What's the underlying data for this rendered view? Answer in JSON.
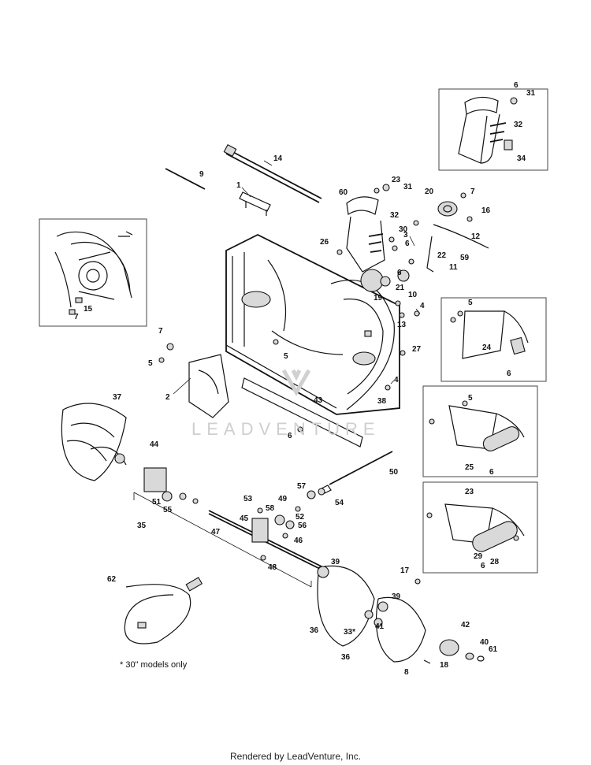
{
  "footnote": "* 30\" models only",
  "footer": "Rendered by LeadVenture, Inc.",
  "watermark": "LEADVENTURE",
  "callouts": [
    "1",
    "2",
    "3",
    "4",
    "4",
    "5",
    "5",
    "5",
    "5",
    "6",
    "6",
    "6",
    "6",
    "6",
    "6",
    "6",
    "7",
    "7",
    "7",
    "8",
    "9",
    "10",
    "11",
    "12",
    "13",
    "14",
    "15",
    "16",
    "17",
    "18",
    "19",
    "20",
    "21",
    "22",
    "23",
    "23",
    "24",
    "25",
    "26",
    "27",
    "28",
    "29",
    "30",
    "31",
    "31",
    "32",
    "32",
    "33*",
    "34",
    "35",
    "36",
    "36",
    "37",
    "38",
    "39",
    "39",
    "40",
    "41",
    "42",
    "43",
    "44",
    "45",
    "46",
    "47",
    "48",
    "49",
    "50",
    "51",
    "52",
    "53",
    "54",
    "55",
    "56",
    "57",
    "58",
    "59",
    "60",
    "61",
    "62"
  ]
}
